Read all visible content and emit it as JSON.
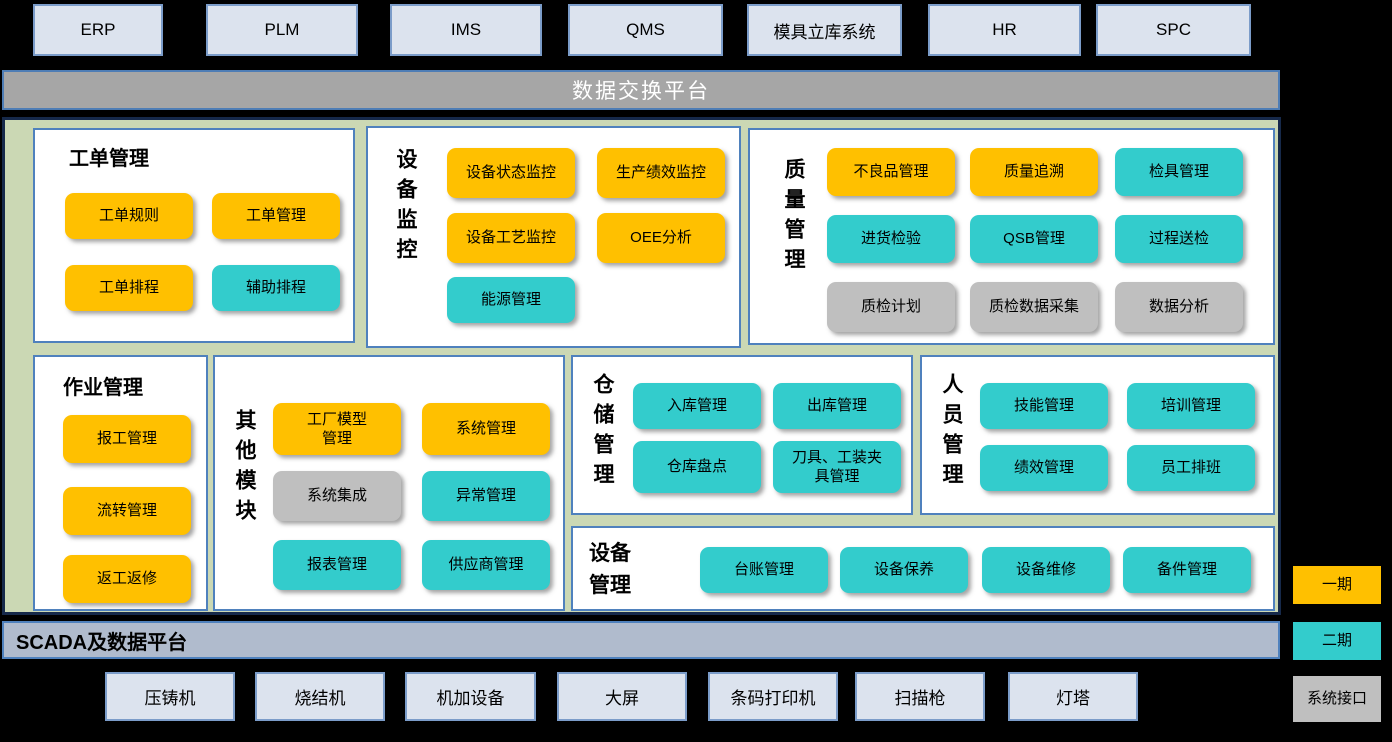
{
  "colors": {
    "phase1_orange": "#ffc000",
    "phase2_teal": "#33cccc",
    "interface_gray": "#bfbfbf",
    "system_box_fill": "#dce3ee",
    "exchange_bar_fill": "#a6a6a6",
    "scada_bar_fill": "#b0bbcd",
    "main_area_fill": "#cbd8b4",
    "panel_border": "#4f81bd"
  },
  "top_systems": [
    "ERP",
    "PLM",
    "IMS",
    "QMS",
    "模具立库系统",
    "HR",
    "SPC"
  ],
  "exchange_bar_label": "数据交换平台",
  "scada_bar_label": "SCADA及数据平台",
  "panels": {
    "work_order": {
      "title": "工单管理",
      "modules": [
        {
          "label": "工单规则",
          "phase": "一期"
        },
        {
          "label": "工单管理",
          "phase": "一期"
        },
        {
          "label": "工单排程",
          "phase": "一期"
        },
        {
          "label": "辅助排程",
          "phase": "二期"
        }
      ]
    },
    "equipment_monitoring": {
      "title": "设备监控",
      "modules": [
        {
          "label": "设备状态监控",
          "phase": "一期"
        },
        {
          "label": "生产绩效监控",
          "phase": "一期"
        },
        {
          "label": "设备工艺监控",
          "phase": "一期"
        },
        {
          "label": "OEE分析",
          "phase": "一期"
        },
        {
          "label": "能源管理",
          "phase": "二期"
        }
      ]
    },
    "quality": {
      "title": "质量管理",
      "modules": [
        {
          "label": "不良品管理",
          "phase": "一期"
        },
        {
          "label": "质量追溯",
          "phase": "一期"
        },
        {
          "label": "检具管理",
          "phase": "二期"
        },
        {
          "label": "进货检验",
          "phase": "二期"
        },
        {
          "label": "QSB管理",
          "phase": "二期"
        },
        {
          "label": "过程送检",
          "phase": "二期"
        },
        {
          "label": "质检计划",
          "phase": "系统接口"
        },
        {
          "label": "质检数据采集",
          "phase": "系统接口"
        },
        {
          "label": "数据分析",
          "phase": "系统接口"
        }
      ]
    },
    "operation": {
      "title": "作业管理",
      "modules": [
        {
          "label": "报工管理",
          "phase": "一期"
        },
        {
          "label": "流转管理",
          "phase": "一期"
        },
        {
          "label": "返工返修",
          "phase": "一期"
        }
      ]
    },
    "other_modules": {
      "title": "其他模块",
      "modules": [
        {
          "label": "工厂模型管理",
          "phase": "一期"
        },
        {
          "label": "系统管理",
          "phase": "一期"
        },
        {
          "label": "系统集成",
          "phase": "系统接口"
        },
        {
          "label": "异常管理",
          "phase": "二期"
        },
        {
          "label": "报表管理",
          "phase": "二期"
        },
        {
          "label": "供应商管理",
          "phase": "二期"
        }
      ]
    },
    "warehouse": {
      "title": "仓储管理",
      "modules": [
        {
          "label": "入库管理",
          "phase": "二期"
        },
        {
          "label": "出库管理",
          "phase": "二期"
        },
        {
          "label": "仓库盘点",
          "phase": "二期"
        },
        {
          "label": "刀具、工装夹具管理",
          "phase": "二期"
        }
      ]
    },
    "personnel": {
      "title": "人员管理",
      "modules": [
        {
          "label": "技能管理",
          "phase": "二期"
        },
        {
          "label": "培训管理",
          "phase": "二期"
        },
        {
          "label": "绩效管理",
          "phase": "二期"
        },
        {
          "label": "员工排班",
          "phase": "二期"
        }
      ]
    },
    "equipment_management": {
      "title": "设备管理",
      "modules": [
        {
          "label": "台账管理",
          "phase": "二期"
        },
        {
          "label": "设备保养",
          "phase": "二期"
        },
        {
          "label": "设备维修",
          "phase": "二期"
        },
        {
          "label": "备件管理",
          "phase": "二期"
        }
      ]
    }
  },
  "devices": [
    "压铸机",
    "烧结机",
    "机加设备",
    "大屏",
    "条码打印机",
    "扫描枪",
    "灯塔"
  ],
  "legend": [
    {
      "label": "一期",
      "phase": "一期"
    },
    {
      "label": "二期",
      "phase": "二期"
    },
    {
      "label": "系统接口",
      "phase": "系统接口"
    }
  ]
}
